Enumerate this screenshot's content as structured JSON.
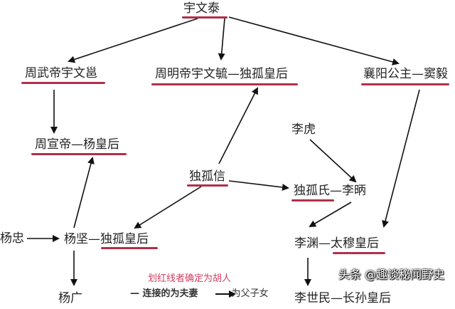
{
  "nodes": {
    "yuwentai": "宇文泰",
    "zhouwudi": "周武帝宇文邕",
    "zhoumingdi": "周明帝宇文毓—独孤皇后",
    "xiangyang": "襄阳公主—窦毅",
    "zhouxuandi": "周宣帝—杨皇后",
    "lihu": "李虎",
    "duguxin": "独孤信",
    "dugushi": "独孤氏—李昞",
    "yangzhong": "杨忠",
    "yangjian": "杨坚—独孤皇后",
    "liyuan": "李渊—太穆皇后",
    "yangguang": "杨广",
    "lishimin": "李世民—长孙皇后"
  },
  "legend": {
    "red_note": "划红线者确定为胡人",
    "spouse": "— 连接的为夫妻",
    "parent": "为父子女"
  },
  "watermark": "头条 @趣谈秘闻野史",
  "colors": {
    "underline": "#b0304a",
    "legend_red": "#d04060"
  }
}
